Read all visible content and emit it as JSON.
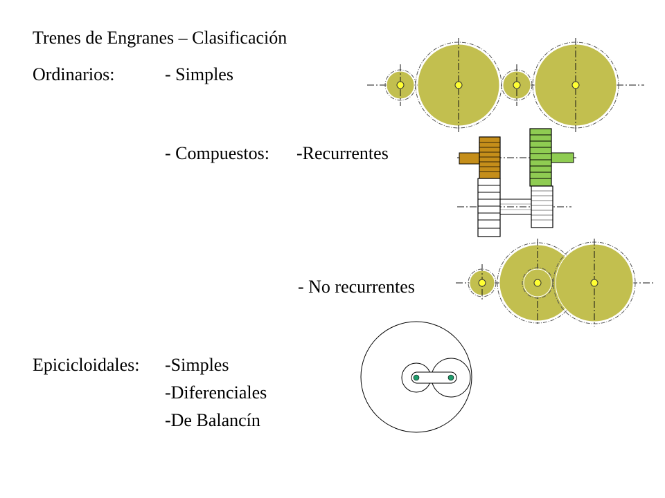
{
  "title": "Trenes de Engranes – Clasificación",
  "ordinarios": {
    "label": "Ordinarios:",
    "simples": "- Simples",
    "compuestos": "- Compuestos:",
    "recurrentes": "-Recurrentes",
    "no_recurrentes": "- No recurrentes"
  },
  "epicicloidales": {
    "label": "Epicicloidales:",
    "items": [
      "-Simples",
      "-Diferenciales",
      "-De Balancín"
    ]
  },
  "colors": {
    "gear_olive": "#c2bf4f",
    "gear_orange": "#c58e1a",
    "gear_green": "#8fcc52",
    "center_yellow": "#ffff33",
    "planet_pin": "#1f9c6c"
  }
}
